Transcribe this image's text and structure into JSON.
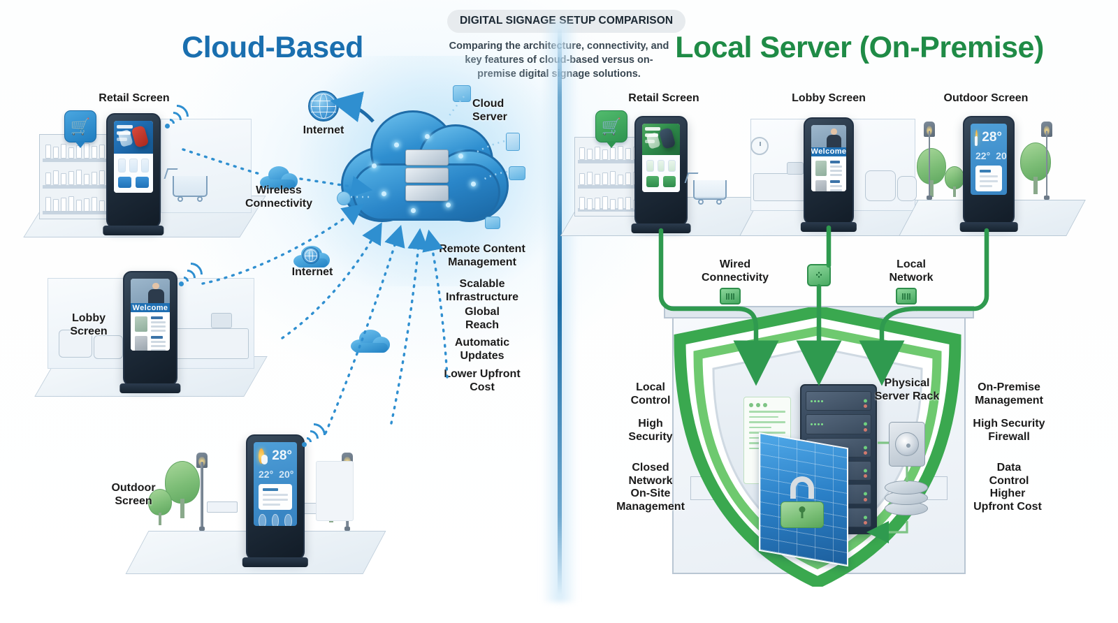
{
  "header": {
    "badge": "DIGITAL SIGNAGE SETUP COMPARISON",
    "subtitle": "Comparing the architecture, connectivity, and key features of cloud-based versus on-premise digital signage solutions.",
    "left_title": "Cloud-Based",
    "right_title": "Local Server (On-Premise)",
    "left_color": "#1a6faf",
    "right_color": "#1f8b46"
  },
  "left_panel": {
    "screens": [
      {
        "label": "Retail Screen",
        "badge_icon": "shopping-cart-icon",
        "welcome_text": ""
      },
      {
        "label": "Lobby\nScreen",
        "welcome_text": "Welcome"
      },
      {
        "label": "Outdoor\nScreen",
        "temp_main": "28°",
        "temp_a": "22°",
        "temp_b": "20°"
      }
    ],
    "connectivity": [
      {
        "label": "Wireless\nConnectivity",
        "icon": "cloud-icon"
      },
      {
        "label": "Internet",
        "icon": "globe-cloud-icon"
      }
    ],
    "cloud": {
      "internet_label": "Internet",
      "internet_icon": "globe-icon",
      "server_label": "Cloud\nServer",
      "server_icon": "cloud-server-icon"
    },
    "features": [
      "Remote Content\nManagement",
      "Scalable\nInfrastructure",
      "Global\nReach",
      "Automatic\nUpdates",
      "Lower Upfront\nCost"
    ]
  },
  "right_panel": {
    "screens": [
      {
        "label": "Retail Screen",
        "badge_icon": "shopping-cart-icon"
      },
      {
        "label": "Lobby Screen",
        "welcome_text": "Welcome"
      },
      {
        "label": "Outdoor Screen",
        "temp_main": "28°",
        "temp_a": "22°",
        "temp_b": "20°"
      }
    ],
    "connectivity": [
      {
        "label": "Wired\nConnectivity",
        "icon": "rj45-icon"
      },
      {
        "label": "Local\nNetwork",
        "icon": "rj45-icon"
      }
    ],
    "hub_icon": "network-hub-icon",
    "server": {
      "label": "Physical\nServer Rack",
      "icon": "server-rack-icon",
      "firewall_icon": "firewall-lock-icon",
      "disk_icon": "hard-disk-icon",
      "database_icon": "database-icon",
      "shield_icon": "shield-icon"
    },
    "features_left": [
      "Local\nControl",
      "High\nSecurity",
      "Closed\nNetwork",
      "On-Site\nManagement"
    ],
    "features_right": [
      "On-Premise\nManagement",
      "High Security\nFirewall",
      "Data\nControl",
      "Higher\nUpfront Cost"
    ]
  }
}
